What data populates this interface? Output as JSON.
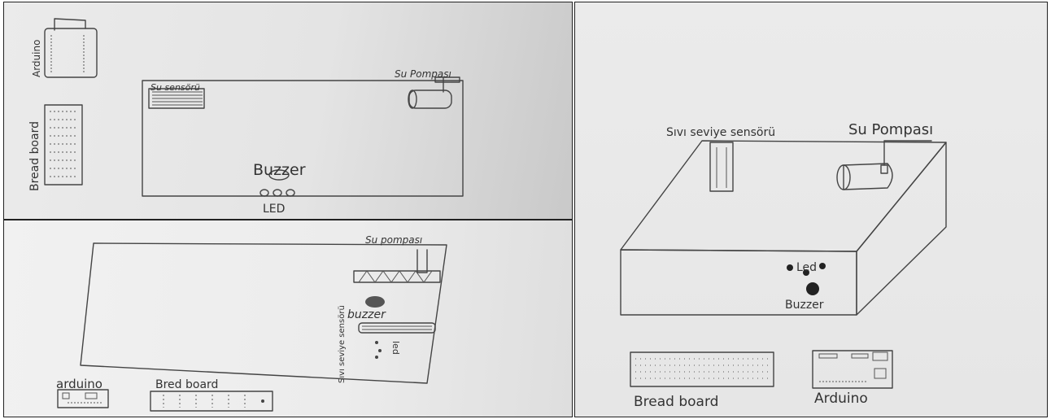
{
  "panel_top_left": {
    "arduino": "Arduino",
    "breadboard": "Bread board",
    "water_sensor": "Su sensörü",
    "pump": "Su Pompası",
    "buzzer": "Buzzer",
    "led": "LED"
  },
  "panel_bottom_left": {
    "pump": "Su pompası",
    "buzzer": "buzzer",
    "led": "led",
    "level_sensor": "Sıvı seviye sensörü",
    "arduino": "arduino",
    "breadboard": "Bred board"
  },
  "panel_right": {
    "level_sensor": "Sıvı seviye sensörü",
    "pump": "Su Pompası",
    "led": "Led",
    "buzzer": "Buzzer",
    "breadboard": "Bread board",
    "arduino": "Arduino"
  }
}
